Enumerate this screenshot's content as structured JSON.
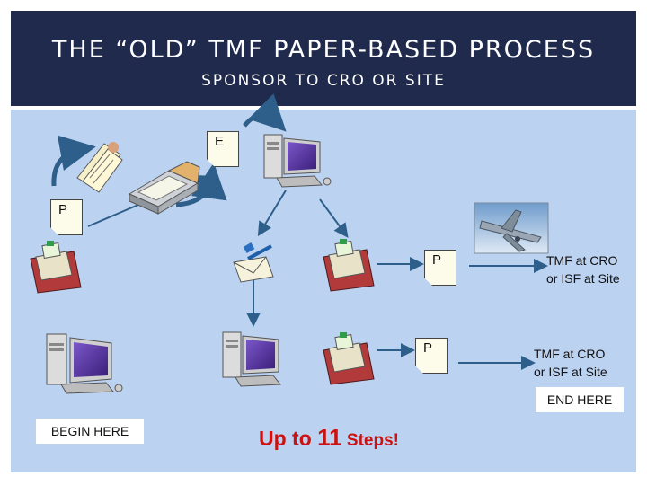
{
  "header": {
    "title": "THE “OLD” TMF PAPER-BASED PROCESS",
    "subtitle": "SPONSOR TO CRO OR SITE"
  },
  "docs": {
    "e_label": "E",
    "p_top_left": "P",
    "p_mid": "P",
    "p_lower": "P"
  },
  "labels": {
    "tmf_upper_line1": "TMF at CRO",
    "tmf_upper_line2": "or ISF at Site",
    "tmf_lower_line1": "TMF at CRO",
    "tmf_lower_line2": "or ISF at Site",
    "begin": "BEGIN HERE",
    "end": "END HERE",
    "steps_prefix": "Up to ",
    "steps_number": "11",
    "steps_suffix": " Steps!"
  },
  "colors": {
    "header_bg": "#1f2a4c",
    "canvas_bg": "#bcd2f1",
    "arrow": "#2e5f8a",
    "steps_text": "#cc1111"
  },
  "icons": [
    "computer-icon",
    "scanner-icon",
    "paper-stack-icon",
    "fax-machine-icon",
    "mail-envelope-icon",
    "airplane-icon"
  ]
}
